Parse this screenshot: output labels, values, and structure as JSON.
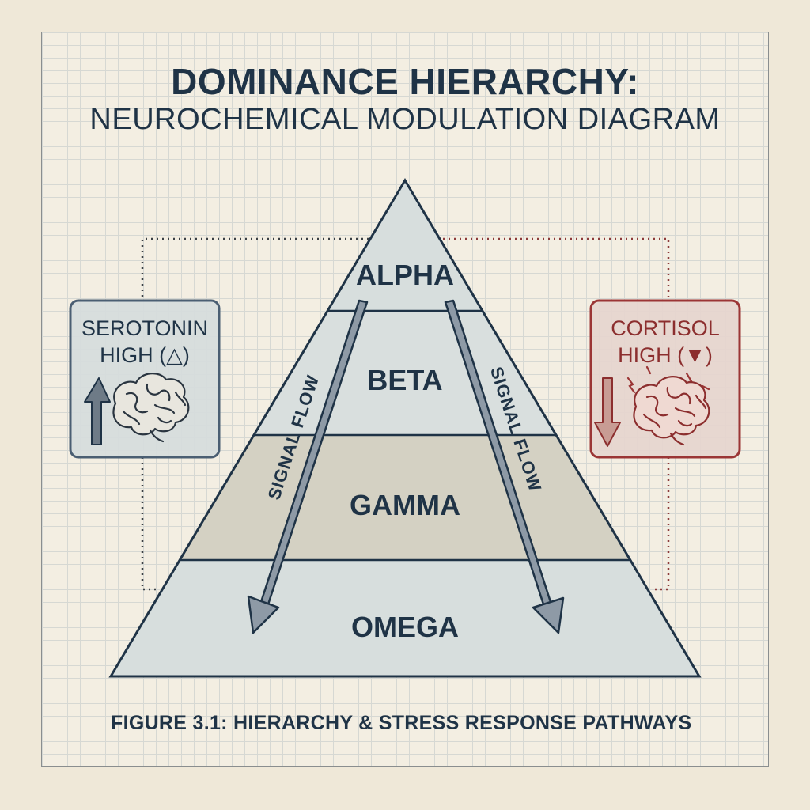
{
  "title": {
    "main": "DOMINANCE HIERARCHY:",
    "sub": "NEUROCHEMICAL MODULATION DIAGRAM"
  },
  "tiers": [
    "ALPHA",
    "BETA",
    "GAMMA",
    "OMEGA"
  ],
  "signal_flow": {
    "left_label": "SIGNAL FLOW",
    "right_label": "SIGNAL FLOW"
  },
  "serotonin_box": {
    "line1": "SEROTONIN",
    "line2": "HIGH (△)",
    "arrow_icon": "up-arrow-icon",
    "brain_icon": "brain-icon",
    "color": "#4a5e72"
  },
  "cortisol_box": {
    "line1": "CORTISOL",
    "line2": "HIGH (▼)",
    "arrow_icon": "down-arrow-icon",
    "brain_icon": "stressed-brain-icon",
    "color": "#9b3535"
  },
  "caption": "FIGURE 3.1: HIERARCHY & STRESS RESPONSE PATHWAYS"
}
